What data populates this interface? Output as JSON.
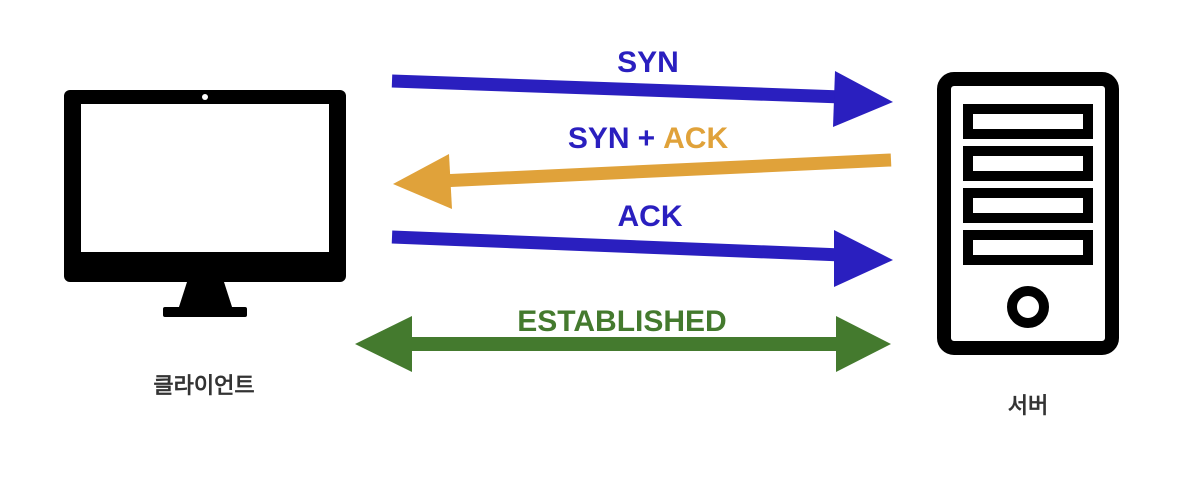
{
  "client": {
    "label": "클라이언트",
    "icon": "monitor-icon"
  },
  "server": {
    "label": "서버",
    "icon": "server-tower-icon"
  },
  "messages": {
    "syn": {
      "label": "SYN",
      "direction": "client-to-server",
      "color": "#2a1fbf"
    },
    "syn_ack": {
      "syn_part": "SYN",
      "plus": "+",
      "ack_part": "ACK",
      "direction": "server-to-client",
      "syn_color": "#2a1fbf",
      "ack_color": "#e0a23a",
      "arrow_color": "#e0a23a"
    },
    "ack": {
      "label": "ACK",
      "direction": "client-to-server",
      "color": "#2a1fbf"
    },
    "established": {
      "label": "ESTABLISHED",
      "direction": "bidirectional",
      "color": "#447a2e"
    }
  },
  "colors": {
    "syn_blue": "#2a1fbf",
    "ack_orange": "#e0a23a",
    "established_green": "#447a2e",
    "icon_black": "#000000",
    "caption_gray": "#333333"
  }
}
